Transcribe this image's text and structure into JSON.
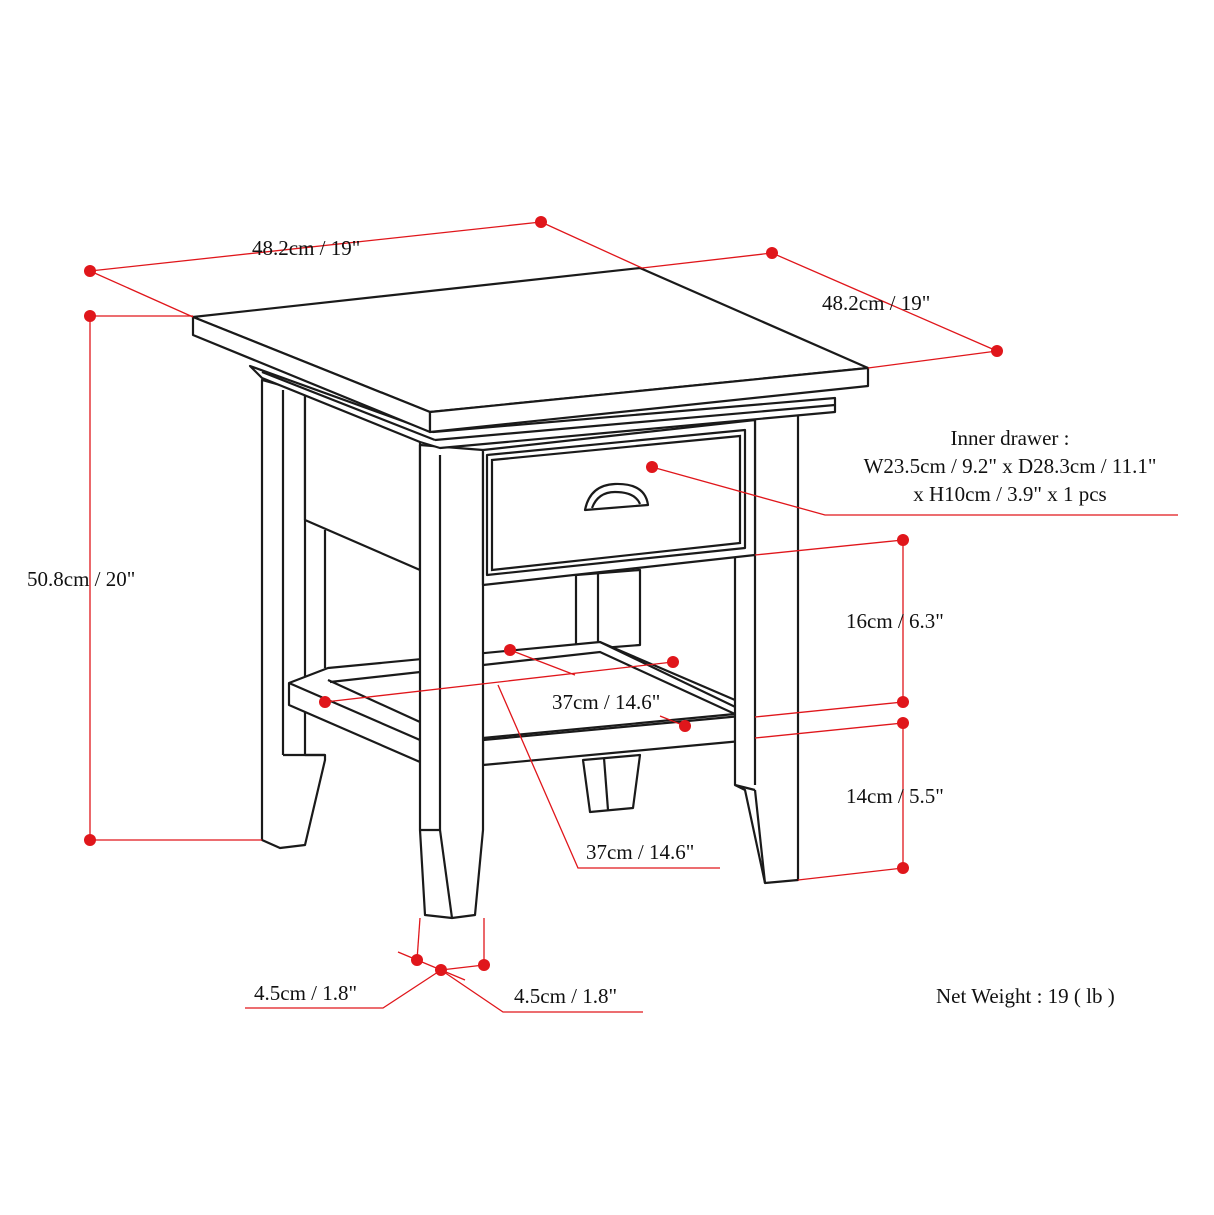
{
  "colors": {
    "dimension": "#e0161b",
    "outline": "#1a1a1a"
  },
  "labels": {
    "top_width": "48.2cm / 19\"",
    "top_depth": "48.2cm / 19\"",
    "total_height": "50.8cm / 20\"",
    "drawer_line1": "Inner drawer :",
    "drawer_line2": "W23.5cm / 9.2\" x D28.3cm / 11.1\"",
    "drawer_line3": "x H10cm / 3.9\" x 1 pcs",
    "shelf_clearance": "16cm / 6.3\"",
    "floor_clearance": "14cm / 5.5\"",
    "shelf_width": "37cm / 14.6\"",
    "shelf_depth": "37cm / 14.6\"",
    "leg_width_left": "4.5cm / 1.8\"",
    "leg_width_right": "4.5cm / 1.8\"",
    "net_weight": "Net Weight : 19 ( lb )"
  }
}
